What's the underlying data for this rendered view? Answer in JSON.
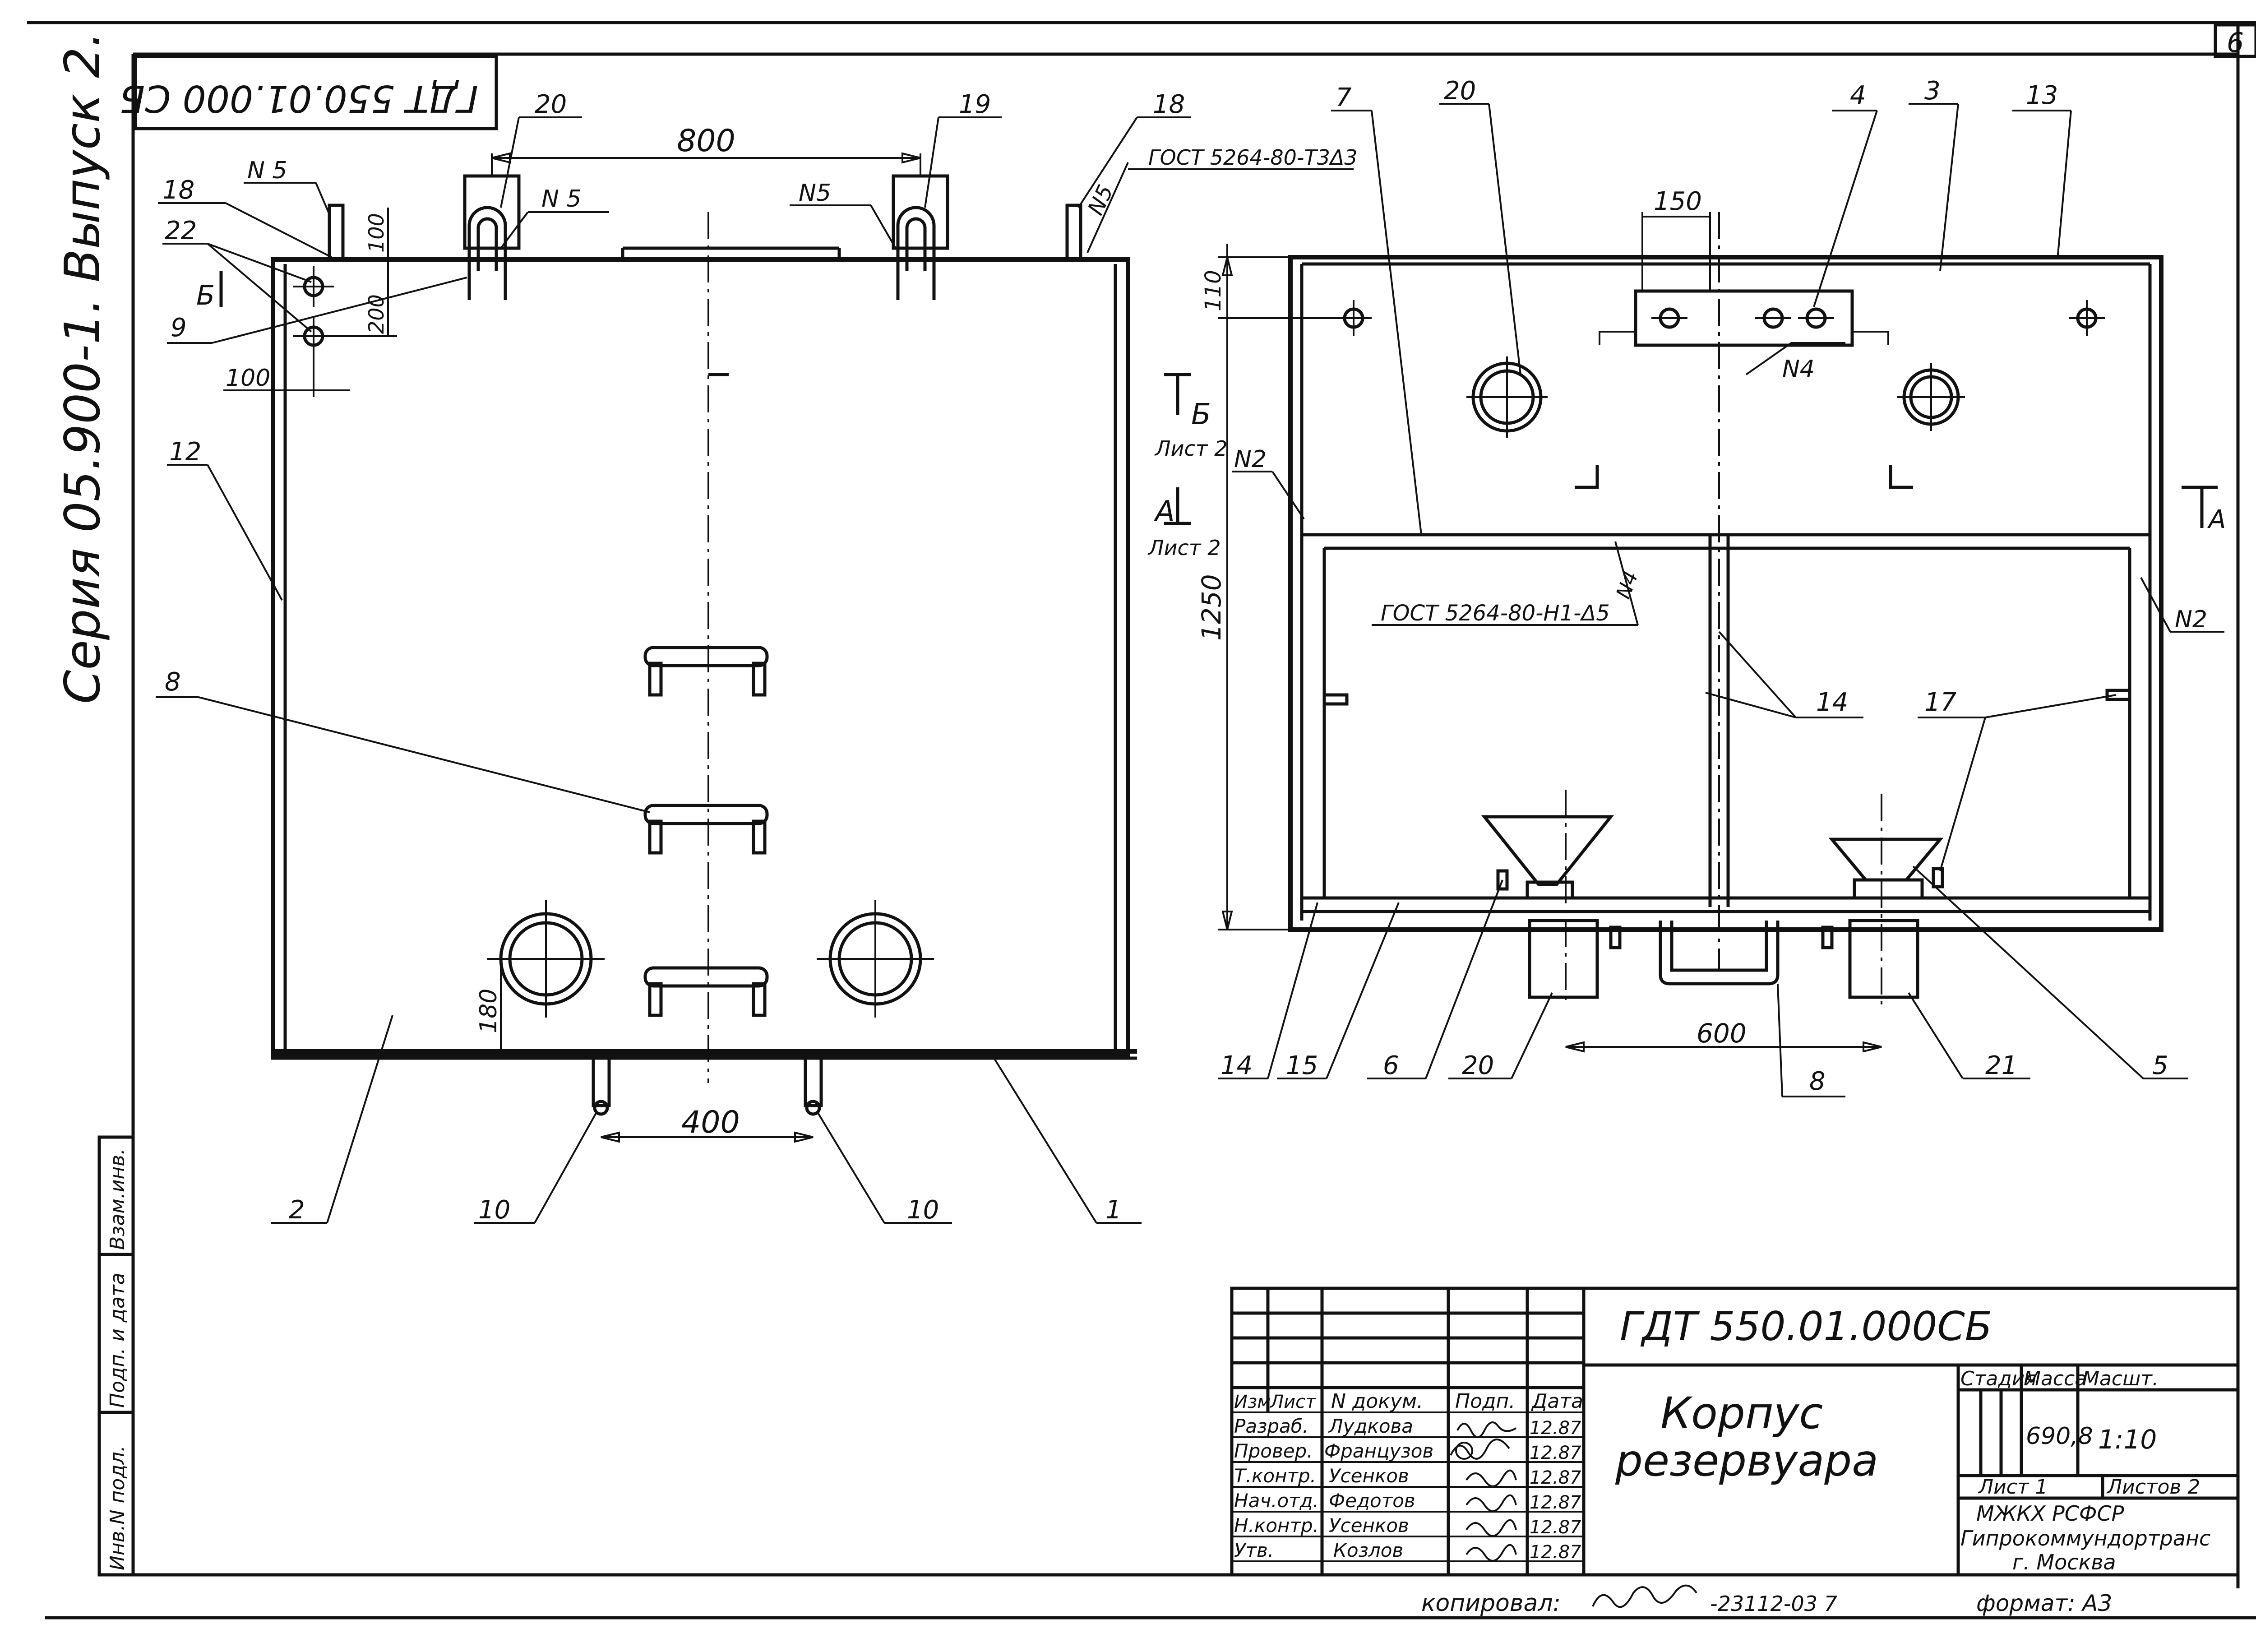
{
  "sheet_number": "6",
  "series_text": "Серия 05.900-1. Выпуск 2.",
  "stamp_top_code": "ГДТ 550.01.000 СБ",
  "front_view": {
    "dims": {
      "top_spacing": "800",
      "ladder_offset": "100",
      "lug_height": "100",
      "hole_spacing": "200",
      "hole_edge": "100",
      "bottom_offset": "180",
      "pipe_spacing": "400"
    },
    "callouts": {
      "c18a": "18",
      "c22": "22",
      "c9": "9",
      "c12": "12",
      "c8": "8",
      "c2": "2",
      "c10a": "10",
      "c10b": "10",
      "c1": "1",
      "c20": "20",
      "c19": "19",
      "c18b": "18"
    },
    "weld_marks": {
      "w1": "N 5",
      "w2": "N 5",
      "w3": "N5",
      "w4": "N5"
    },
    "weld_standard": "ГОСТ 5264-80-Т3Δ3",
    "section_b_label": "Б",
    "section_b_sheet": "Лист 2",
    "section_a_label": "А",
    "section_a_sheet": "Лист 2",
    "small_b": "Б"
  },
  "side_view": {
    "dims": {
      "width_150": "150",
      "height_110": "110",
      "height_1250": "1250",
      "spacing_600": "600"
    },
    "callouts": {
      "c7": "7",
      "c20": "20",
      "c4": "4",
      "c3": "3",
      "c13": "13",
      "c14a": "14",
      "c17": "17",
      "c14b": "14",
      "c15": "15",
      "c6": "6",
      "c20b": "20",
      "c8": "8",
      "c21": "21",
      "c5": "5"
    },
    "weld_marks": {
      "n4": "N4",
      "n2a": "N2",
      "n2b": "N2",
      "n4b": "N4"
    },
    "weld_standard": "ГОСТ 5264-80-Н1-Δ5",
    "section_a": "А"
  },
  "left_strip": {
    "inv_podl": "Инв.N подл.",
    "podp_data": "Подп. и дата",
    "vzam_inv": "Взам.инв."
  },
  "title_block": {
    "doc_code": "ГДТ 550.01.000СБ",
    "title_line1": "Корпус",
    "title_line2": "резервуара",
    "col_headers": [
      "Изм",
      "Лист",
      "N докум.",
      "Подп.",
      "Дата"
    ],
    "rows": [
      {
        "role": "Разраб.",
        "name": "Лудкова",
        "date": "12.87"
      },
      {
        "role": "Провер.",
        "name": "Французов",
        "date": "12.87"
      },
      {
        "role": "Т.контр.",
        "name": "Усенков",
        "date": "12.87"
      },
      {
        "role": "Нач.отд.",
        "name": "Федотов",
        "date": "12.87"
      },
      {
        "role": "Н.контр.",
        "name": "Усенков",
        "date": "12.87"
      },
      {
        "role": "Утв.",
        "name": "Козлов",
        "date": "12.87"
      }
    ],
    "stage_header": "Стадия",
    "mass_header": "Масса",
    "scale_header": "Масшт.",
    "mass_value": "690,8",
    "scale_value": "1:10",
    "sheet_label": "Лист 1",
    "sheets_label": "Листов 2",
    "org_line1": "МЖКХ     РСФСР",
    "org_line2": "Гипрокоммундортранс",
    "org_line3": "г. Москва"
  },
  "footer": {
    "copied": "копировал:",
    "copy_num": "-23112-03   7",
    "format": "формат: А3"
  }
}
